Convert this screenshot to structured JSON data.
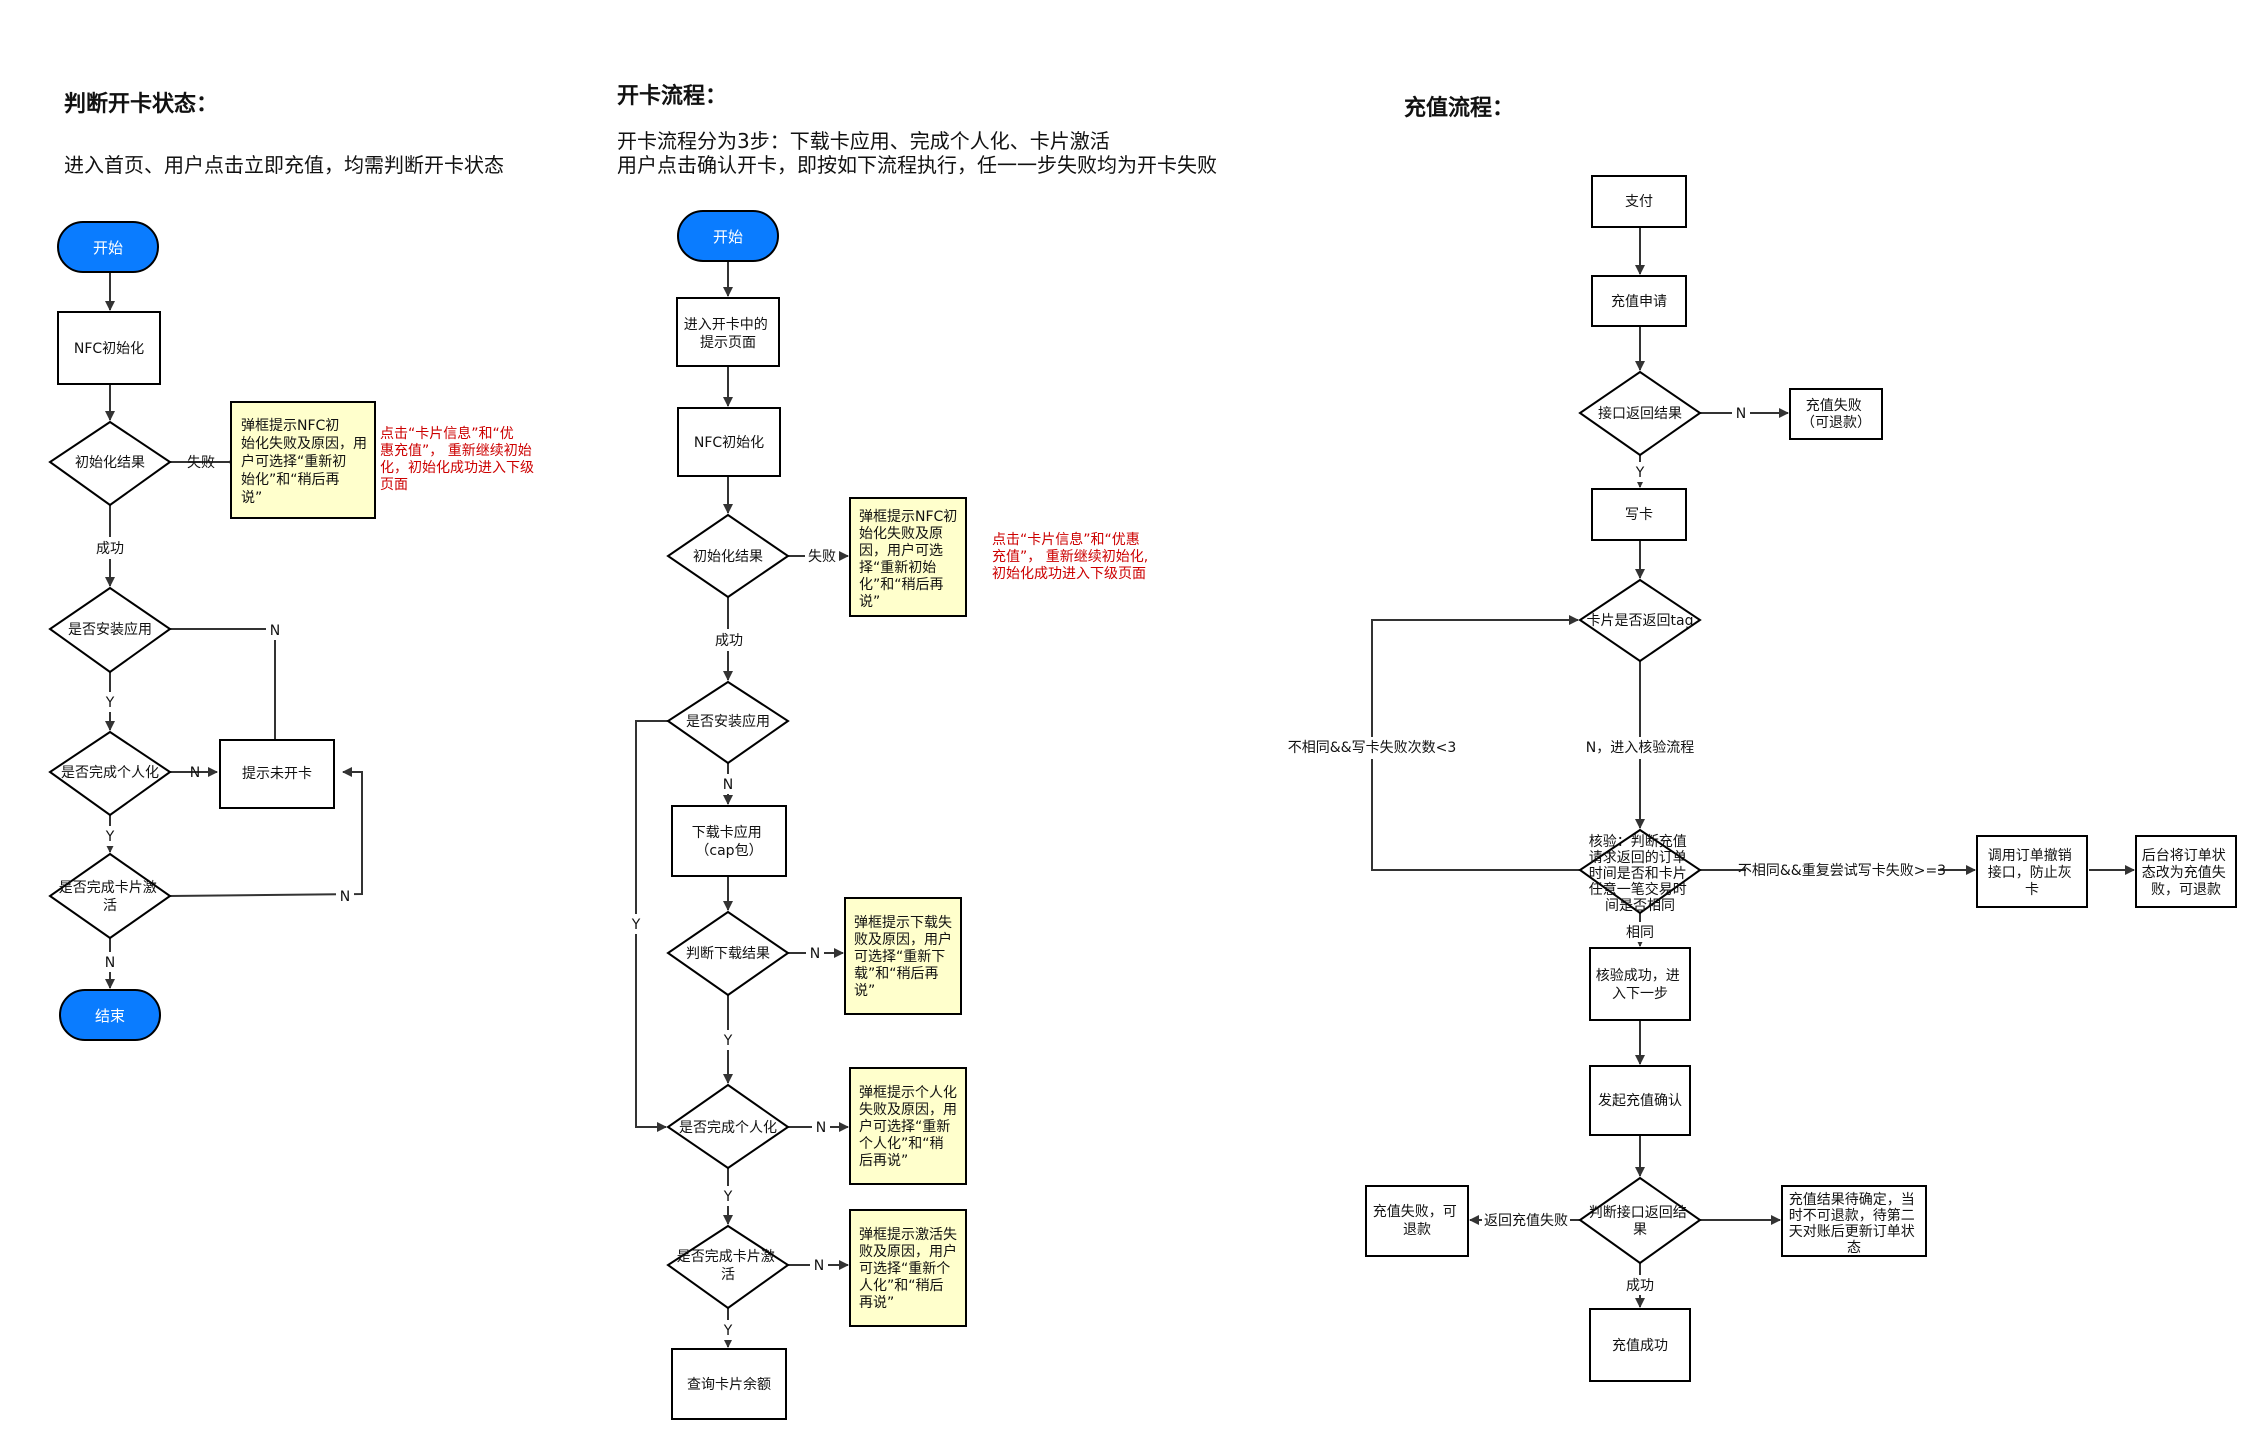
{
  "titles": {
    "a_title": "判断开卡状态：",
    "a_sub": "进入首页、用户点击立即充值，均需判断开卡状态",
    "b_title": "开卡流程：",
    "b_sub1": "开卡流程分为3步：下载卡应用、完成个人化、卡片激活",
    "b_sub2": "用户点击确认开卡，即按如下流程执行，任一一步失败均为开卡失败",
    "c_title": "充值流程："
  },
  "colors": {
    "terminal": "#0a7cff",
    "note_fill": "#ffffcc",
    "red_text": "#cc0000"
  },
  "flowA": {
    "start": "开始",
    "nfc": "NFC初始化",
    "init_result": "初始化结果",
    "fail": "失败",
    "note_nfc": [
      "弹框提示NFC初",
      "始化失败及原因，用",
      "户可选择“重新初",
      "始化”和“稍后再",
      "说”"
    ],
    "red_note": [
      "点击“卡片信息”和“优",
      "惠充值”， 重新继续初始",
      "化，初始化成功进入下级",
      "页面"
    ],
    "success": "成功",
    "installed": "是否安装应用",
    "n1": "N",
    "y1": "Y",
    "personalized": "是否完成个人化",
    "n2": "N",
    "not_opened": "提示未开卡",
    "y2": "Y",
    "activated": [
      "是否完成卡片激",
      "活"
    ],
    "n3": "N",
    "n4": "N",
    "end": "结束"
  },
  "flowB": {
    "start": "开始",
    "entering": [
      "进入开卡中的",
      "提示页面"
    ],
    "nfc": "NFC初始化",
    "init_result": "初始化结果",
    "fail": "失败",
    "note_nfc": [
      "弹框提示NFC初",
      "始化失败及原",
      "因，用户可选",
      "择“重新初始",
      "化”和“稍后再",
      "说”"
    ],
    "red_note": [
      "点击“卡片信息”和“优惠",
      "充值”， 重新继续初始化,",
      "初始化成功进入下级页面"
    ],
    "success": "成功",
    "installed": "是否安装应用",
    "n1": "N",
    "download": [
      "下载卡应用",
      "（cap包）"
    ],
    "y_left": "Y",
    "download_result": "判断下载结果",
    "n2": "N",
    "note_download": [
      "弹框提示下载失",
      "败及原因，用户",
      "可选择“重新下",
      "载”和“稍后再",
      "说”"
    ],
    "y2": "Y",
    "personalized": "是否完成个人化",
    "n3": "N",
    "note_personal": [
      "弹框提示个人化",
      "失败及原因，用",
      "户可选择“重新",
      "个人化”和“稍",
      "后再说”"
    ],
    "y3": "Y",
    "activated": [
      "是否完成卡片激",
      "活"
    ],
    "n4": "N",
    "note_activate": [
      "弹框提示激活失",
      "败及原因，用户",
      "可选择“重新个",
      "人化”和“稍后",
      "再说”"
    ],
    "y4": "Y",
    "balance": "查询卡片余额"
  },
  "flowC": {
    "pay": "支付",
    "apply": "充值申请",
    "api_result": "接口返回结果",
    "n1": "N",
    "fail_refund": [
      "充值失败",
      "（可退款）"
    ],
    "y1": "Y",
    "write": "写卡",
    "tag": "卡片是否返回tag",
    "loop_label": "不相同&&写卡失败次数<3",
    "n_verify": "N，进入核验流程",
    "verify": [
      "核验：判断充值",
      "请求返回的订单",
      "时间是否和卡片",
      "任意一笔交易时",
      "间是否相同"
    ],
    "diff_retry": "不相同&&重复尝试写卡失败>=3",
    "revoke": [
      "调用订单撤销",
      "接口，防止灰",
      "卡"
    ],
    "backend": [
      "后台将订单状",
      "态改为充值失",
      "败，可退款"
    ],
    "same": "相同",
    "verify_ok": [
      "核验成功，进",
      "入下一步"
    ],
    "confirm": "发起充值确认",
    "judge": [
      "判断接口返回结",
      "果"
    ],
    "return_fail": "返回充值失败",
    "fail_refund2": [
      "充值失败，可",
      "退款"
    ],
    "pending": [
      "充值结果待确定，当",
      "时不可退款，待第二",
      "天对账后更新订单状",
      "态"
    ],
    "success_lbl": "成功",
    "recharge_ok": "充值成功"
  }
}
